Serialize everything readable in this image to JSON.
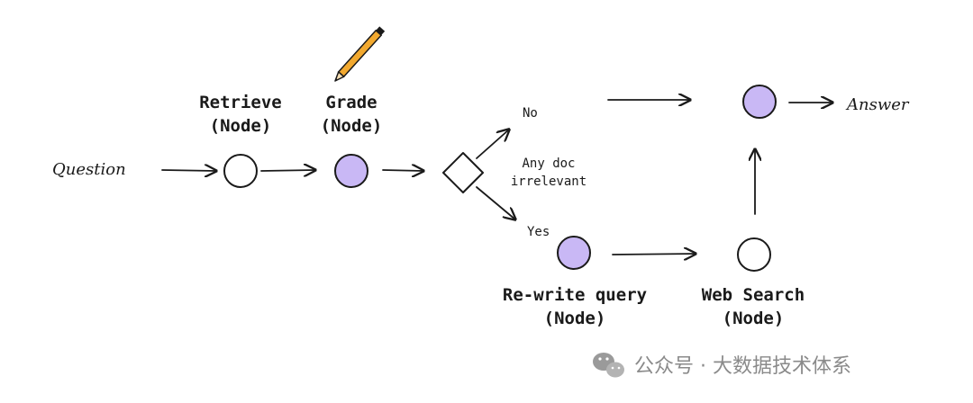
{
  "colors": {
    "node_filled": "#c9b8f5",
    "node_empty": "#ffffff",
    "stroke": "#1a1a1a",
    "pencil_body": "#f2a92f",
    "watermark": "#8a8a8a"
  },
  "labels": {
    "question": "Question",
    "answer": "Answer",
    "retrieve": [
      "Retrieve",
      "(Node)"
    ],
    "grade": [
      "Grade",
      "(Node)"
    ],
    "decision": [
      "Any doc",
      "irrelevant"
    ],
    "no": "No",
    "yes": "Yes",
    "rewrite": [
      "Re-write query",
      "(Node)"
    ],
    "web_search": [
      "Web Search",
      "(Node)"
    ]
  },
  "nodes": [
    {
      "id": "retrieve",
      "filled": false
    },
    {
      "id": "grade",
      "filled": true
    },
    {
      "id": "answer-node",
      "filled": true
    },
    {
      "id": "rewrite",
      "filled": true
    },
    {
      "id": "web-search",
      "filled": false
    }
  ],
  "icons": {
    "pencil": "pencil-icon",
    "wechat": "wechat-icon"
  },
  "watermark": {
    "text": "公众号 · 大数据技术体系"
  }
}
